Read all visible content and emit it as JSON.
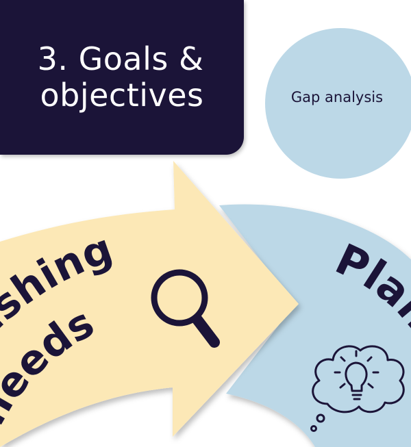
{
  "title": {
    "line1": "3. Goals &",
    "line2": "objectives"
  },
  "bubble": {
    "label": "Gap analysis"
  },
  "stages": [
    {
      "text_line1": "lishing",
      "text_line2": "needs",
      "icon": "magnifying-glass-icon",
      "color": "#fce8b6"
    },
    {
      "text": "Plan",
      "icon": "lightbulb-thought-icon",
      "color": "#bcd8e7"
    }
  ],
  "colors": {
    "dark": "#1b1438",
    "yellow": "#fce8b6",
    "blue": "#bcd8e7"
  }
}
